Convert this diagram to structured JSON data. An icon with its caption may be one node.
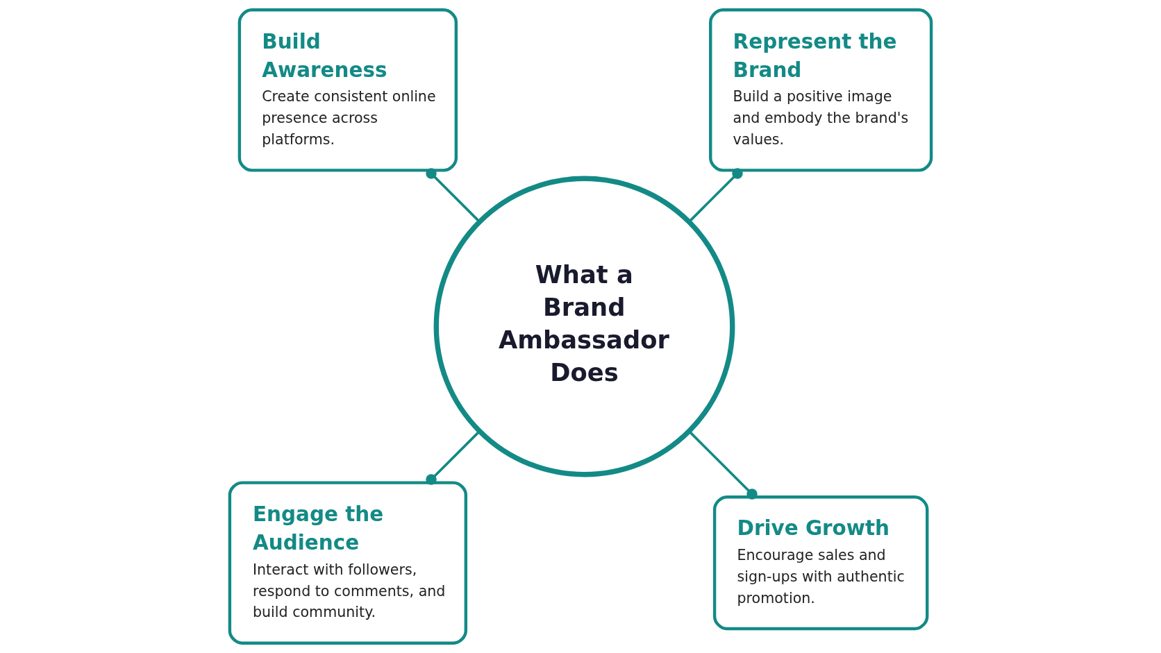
{
  "diagram": {
    "nodes": [
      {
        "text": [
          "What a Brand Ambassador Does"
        ]
      },
      {
        "text": [
          "Represent the Brand",
          "Build a positive image and embody the brand's values."
        ]
      },
      {
        "text": [
          "Build Awareness",
          "Create consistent online presence across platforms."
        ]
      },
      {
        "text": [
          "Engage the Audience",
          "Interact with followers, respond to comments, and build community."
        ]
      },
      {
        "text": [
          "Drive Growth",
          "Encourage sales and sign-ups with authentic promotion."
        ]
      }
    ],
    "edges": [
      {
        "from": 0,
        "to": 1,
        "arrow": "other"
      },
      {
        "from": 0,
        "to": 2,
        "arrow": "other"
      },
      {
        "from": 0,
        "to": 3,
        "arrow": "other"
      },
      {
        "from": 0,
        "to": 4,
        "arrow": "other"
      }
    ]
  }
}
